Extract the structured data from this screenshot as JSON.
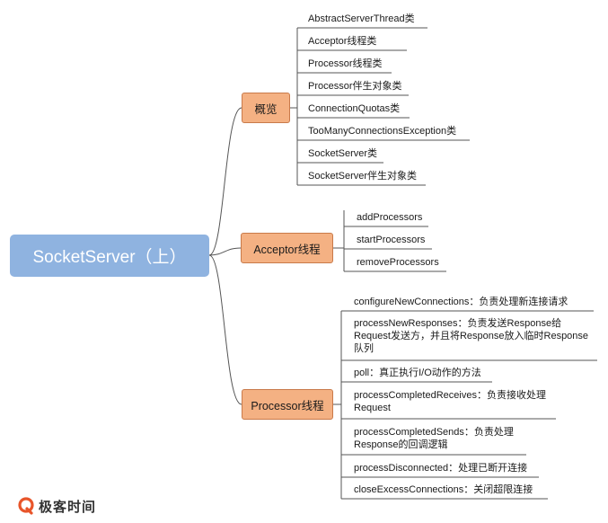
{
  "root": {
    "label": "SocketServer（上）"
  },
  "branches": [
    {
      "label": "概览",
      "leaves": [
        "AbstractServerThread类",
        "Acceptor线程类",
        "Processor线程类",
        "Processor伴生对象类",
        "ConnectionQuotas类",
        "TooManyConnectionsException类",
        "SocketServer类",
        "SocketServer伴生对象类"
      ]
    },
    {
      "label": "Acceptor线程",
      "leaves": [
        "addProcessors",
        "startProcessors",
        "removeProcessors"
      ]
    },
    {
      "label": "Processor线程",
      "leaves": [
        "configureNewConnections：负责处理新连接请求",
        "processNewResponses：负责发送Response给Request发送方，并且将Response放入临时Response队列",
        "poll：真正执行I/O动作的方法",
        "processCompletedReceives：负责接收处理Request",
        "processCompletedSends：负责处理Response的回调逻辑",
        "processDisconnected：处理已断开连接",
        "closeExcessConnections：关闭超限连接"
      ]
    }
  ],
  "logo": {
    "text": "极客时间"
  },
  "colors": {
    "root": "#8fb3e0",
    "branch": "#f4b183",
    "branch_border": "#c97a4a",
    "line": "#555555",
    "logo": "#e8552a"
  }
}
